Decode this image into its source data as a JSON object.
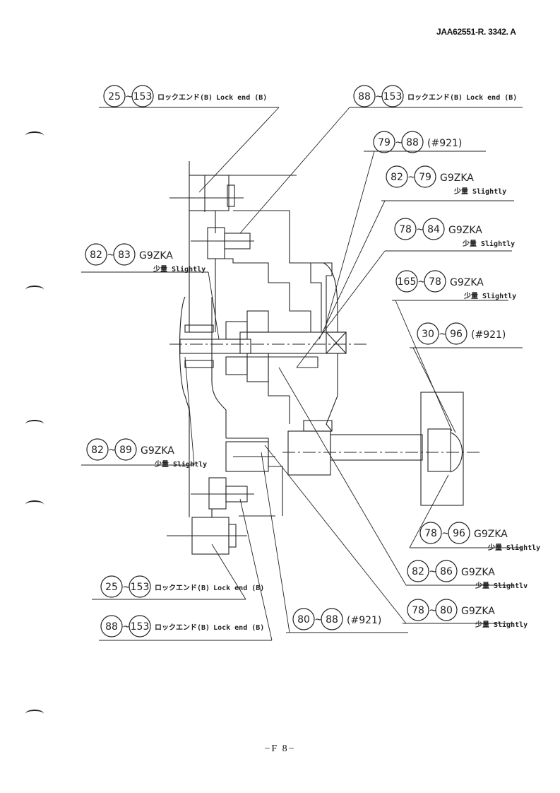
{
  "document_id": "JAA62551-R. 3342. A",
  "page_number": "−F 8−",
  "callouts": [
    {
      "id": "c1",
      "a": "25",
      "b": "153",
      "spec": "",
      "note_jp": "ロックエンド(B)",
      "note_en": "Lock end (B)"
    },
    {
      "id": "c2",
      "a": "88",
      "b": "153",
      "spec": "",
      "note_jp": "ロックエンド(B)",
      "note_en": "Lock end (B)"
    },
    {
      "id": "c3",
      "a": "79",
      "b": "88",
      "spec": "(#921)",
      "note_jp": "",
      "note_en": ""
    },
    {
      "id": "c4",
      "a": "82",
      "b": "79",
      "spec": "G9ZKA",
      "note_jp": "少量",
      "note_en": "Slightly"
    },
    {
      "id": "c5",
      "a": "78",
      "b": "84",
      "spec": "G9ZKA",
      "note_jp": "少量",
      "note_en": "Slightly"
    },
    {
      "id": "c6",
      "a": "82",
      "b": "83",
      "spec": "G9ZKA",
      "note_jp": "少量",
      "note_en": "Slightly"
    },
    {
      "id": "c7",
      "a": "165",
      "b": "78",
      "spec": "G9ZKA",
      "note_jp": "少量",
      "note_en": "Slightly"
    },
    {
      "id": "c8",
      "a": "30",
      "b": "96",
      "spec": "(#921)",
      "note_jp": "",
      "note_en": ""
    },
    {
      "id": "c9",
      "a": "82",
      "b": "89",
      "spec": "G9ZKA",
      "note_jp": "少量",
      "note_en": "Slightly"
    },
    {
      "id": "c10",
      "a": "78",
      "b": "96",
      "spec": "G9ZKA",
      "note_jp": "少量",
      "note_en": "Slightly"
    },
    {
      "id": "c11",
      "a": "82",
      "b": "86",
      "spec": "G9ZKA",
      "note_jp": "少量",
      "note_en": "Slightlv"
    },
    {
      "id": "c12",
      "a": "25",
      "b": "153",
      "spec": "",
      "note_jp": "ロックエンド(B)",
      "note_en": "Lock end (B)"
    },
    {
      "id": "c13",
      "a": "88",
      "b": "153",
      "spec": "",
      "note_jp": "ロックエンド(B)",
      "note_en": "Lock end (B)"
    },
    {
      "id": "c14",
      "a": "80",
      "b": "88",
      "spec": "(#921)",
      "note_jp": "",
      "note_en": ""
    },
    {
      "id": "c15",
      "a": "78",
      "b": "80",
      "spec": "G9ZKA",
      "note_jp": "少量",
      "note_en": "Slightly"
    }
  ]
}
